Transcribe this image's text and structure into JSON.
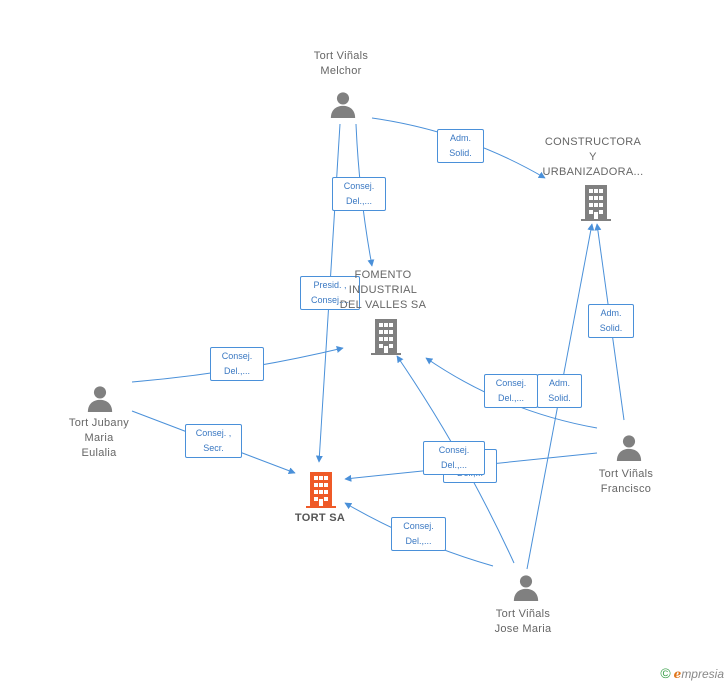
{
  "nodes": {
    "melchor": {
      "label": "Tort Viñals\nMelchor",
      "type": "person"
    },
    "constructora": {
      "label": "CONSTRUCTORA\nY\nURBANIZADORA...",
      "type": "company"
    },
    "fomento": {
      "label": "FOMENTO\nINDUSTRIAL\nDEL VALLES SA",
      "type": "company"
    },
    "maria_eulalia": {
      "label": "Tort Jubany\nMaria\nEulalia",
      "type": "person"
    },
    "tort_sa": {
      "label": "TORT SA",
      "type": "company-main"
    },
    "francisco": {
      "label": "Tort Viñals\nFrancisco",
      "type": "person"
    },
    "jose_maria": {
      "label": "Tort Viñals\nJose Maria",
      "type": "person"
    }
  },
  "edges": [
    {
      "from": "melchor",
      "to": "constructora",
      "label": "Adm.\nSolid."
    },
    {
      "from": "melchor",
      "to": "fomento",
      "label": "Consej.\nDel.,..."
    },
    {
      "from": "melchor",
      "to": "tort_sa",
      "label": "Presid. ,\nConsej...."
    },
    {
      "from": "maria_eulalia",
      "to": "fomento",
      "label": "Consej.\nDel.,..."
    },
    {
      "from": "maria_eulalia",
      "to": "tort_sa",
      "label": "Consej. ,\nSecr."
    },
    {
      "from": "francisco",
      "to": "fomento",
      "label": "Consej.\nDel.,..."
    },
    {
      "from": "francisco",
      "to": "constructora",
      "label": "Adm.\nSolid."
    },
    {
      "from": "francisco",
      "to": "tort_sa",
      "label": "Consej.\nDel.,..."
    },
    {
      "from": "jose_maria",
      "to": "constructora",
      "label": "Adm.\nSolid."
    },
    {
      "from": "jose_maria",
      "to": "fomento",
      "label": "Consej.\nDel.,..."
    },
    {
      "from": "jose_maria",
      "to": "tort_sa",
      "label": "Consej.\nDel.,..."
    }
  ],
  "colors": {
    "edge": "#4a90d9",
    "person": "#808080",
    "company": "#808080",
    "company_main": "#ef5a28"
  },
  "footer": {
    "copyright": "©",
    "brand_initial": "e",
    "brand_rest": "mpresia"
  }
}
